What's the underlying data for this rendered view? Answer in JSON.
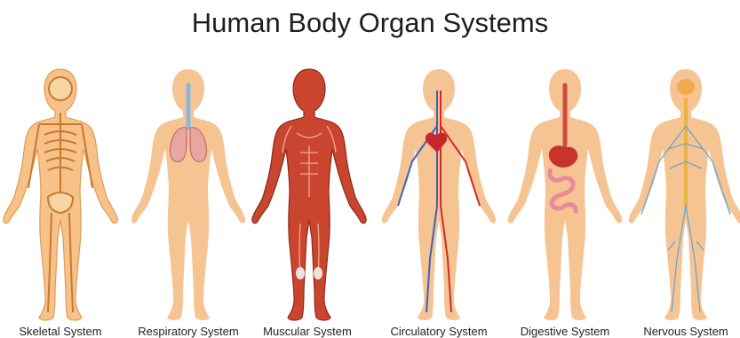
{
  "title": "Human Body Organ Systems",
  "systems": [
    {
      "label": "Skeletal System",
      "icon": "skeleton-icon"
    },
    {
      "label": "Respiratory System",
      "icon": "lungs-icon"
    },
    {
      "label": "Muscular System",
      "icon": "muscle-icon"
    },
    {
      "label": "Circulatory System",
      "icon": "heart-vessels-icon"
    },
    {
      "label": "Digestive System",
      "icon": "stomach-icon"
    },
    {
      "label": "Nervous System",
      "icon": "nerves-icon"
    }
  ],
  "colors": {
    "skin": "#f6c493",
    "bone": "#f4b267",
    "muscle": "#c9452f",
    "artery": "#d32a2a",
    "vein": "#3b63b7",
    "nerve": "#6aa6cf"
  }
}
